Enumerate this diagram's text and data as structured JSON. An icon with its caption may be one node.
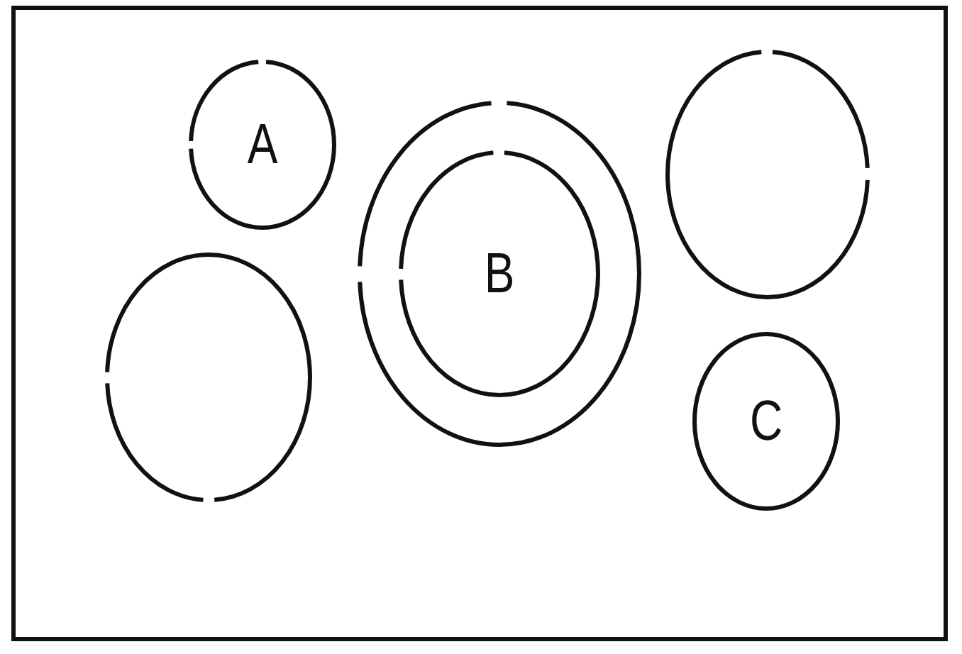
{
  "diagram": {
    "nodes": [
      {
        "text": [],
        "shape": "box"
      },
      {
        "text": [
          "A"
        ],
        "in": 0
      },
      {
        "text": [],
        "shape": "circle",
        "in": 0
      },
      {
        "text": [
          "B"
        ],
        "in": 2
      },
      {
        "text": [],
        "shape": "circle",
        "in": 0
      },
      {
        "text": [],
        "shape": "circle",
        "in": 0
      },
      {
        "text": [
          "C"
        ],
        "in": 0
      }
    ]
  }
}
